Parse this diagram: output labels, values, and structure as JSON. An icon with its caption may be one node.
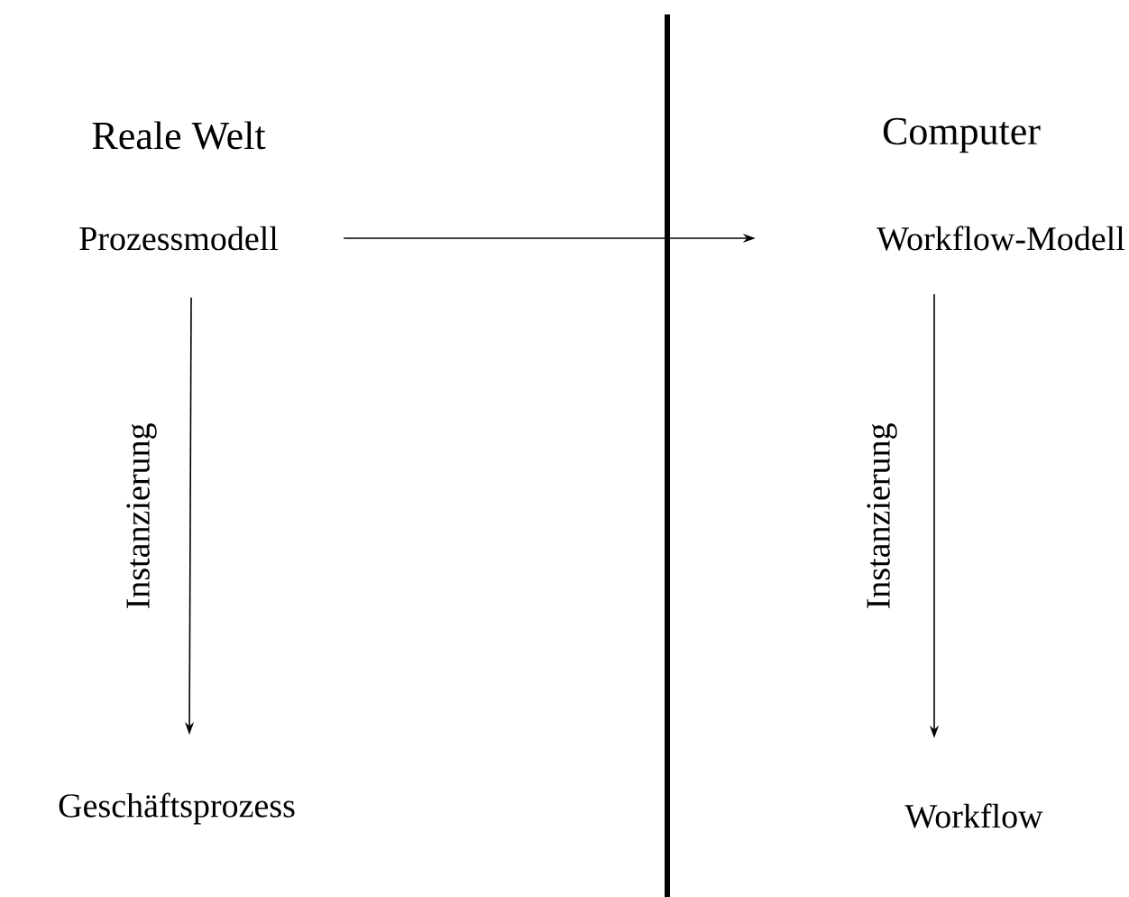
{
  "diagram": {
    "nodes": [
      {
        "text": [
          "Prozessmodell"
        ]
      },
      {
        "text": [
          "Workflow-Modell"
        ]
      },
      {
        "text": [
          "Geschäftsprozess"
        ]
      },
      {
        "text": [
          "Workflow"
        ]
      }
    ],
    "edges": [
      {
        "from": 0,
        "to": 1,
        "arrow": "to"
      },
      {
        "from": 0,
        "to": 2,
        "arrow": "to",
        "label": "Instanzierung"
      },
      {
        "from": 1,
        "to": 3,
        "arrow": "to",
        "label": "Instanzierung"
      }
    ],
    "labels": [
      "Reale Welt",
      "Computer"
    ]
  }
}
